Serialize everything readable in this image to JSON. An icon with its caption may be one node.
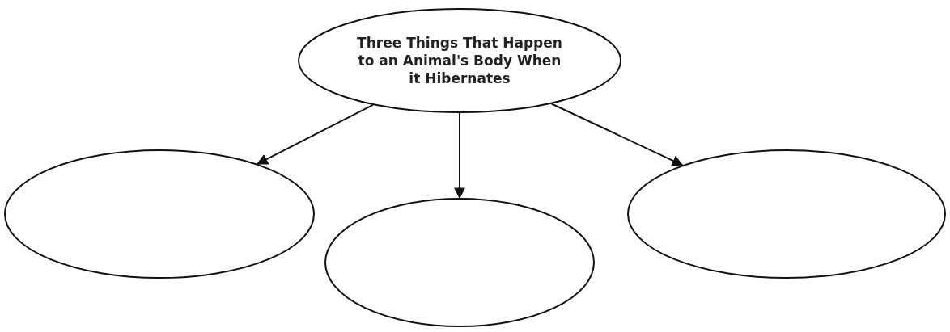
{
  "diagram": {
    "nodes": [
      {
        "text": [
          "Three Things That Happen to an Animal's Body When it Hibernates"
        ]
      },
      {
        "text": [],
        "shape": "ellipse"
      },
      {
        "text": [],
        "shape": "ellipse"
      },
      {
        "text": [],
        "shape": "ellipse"
      }
    ],
    "edges": [
      {
        "from": 0,
        "to": 1,
        "arrow": "to"
      },
      {
        "from": 0,
        "to": 2,
        "arrow": "to"
      },
      {
        "from": 0,
        "to": 3,
        "arrow": "to"
      }
    ]
  }
}
